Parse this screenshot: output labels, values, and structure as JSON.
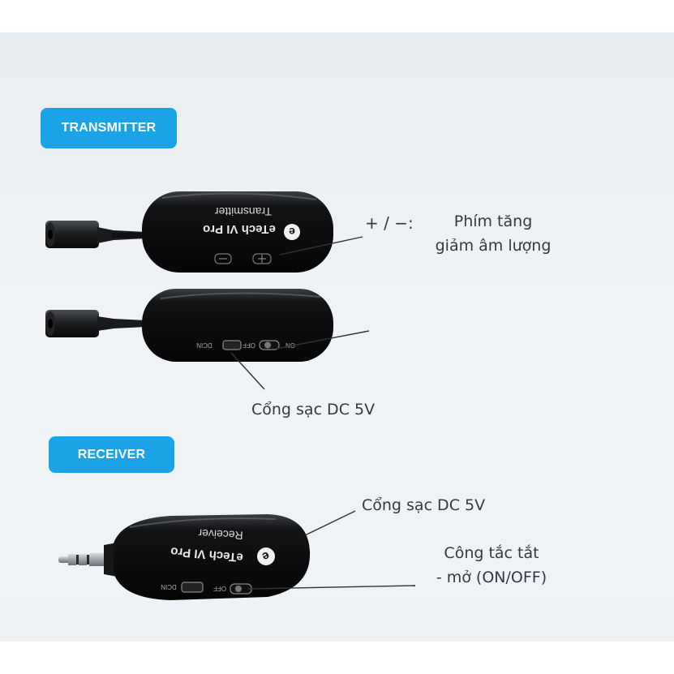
{
  "sections": {
    "transmitter": {
      "title": "TRANSMITTER"
    },
    "receiver": {
      "title": "RECEIVER"
    }
  },
  "devices": {
    "transmitter": {
      "brand": "eTech VI Pro",
      "model": "Transmitter"
    },
    "receiver": {
      "brand": "eTech VI Pro",
      "model": "Receiver"
    },
    "switch_on": "ON",
    "switch_off": "OFF",
    "dcin": "DCIN"
  },
  "annotations": {
    "volume_symbol": "+ / −:",
    "volume_line1": "Phím tăng",
    "volume_line2": "giảm âm lượng",
    "tx_charge": "Cổng sạc DC 5V",
    "rx_charge": "Cổng sạc DC 5V",
    "switch_line1": "Công tắc tắt",
    "switch_line2": "- mở (ON/OFF)"
  },
  "colors": {
    "accent": "#1aa3e6",
    "device": "#0b0b0c",
    "text": "#333a40"
  }
}
